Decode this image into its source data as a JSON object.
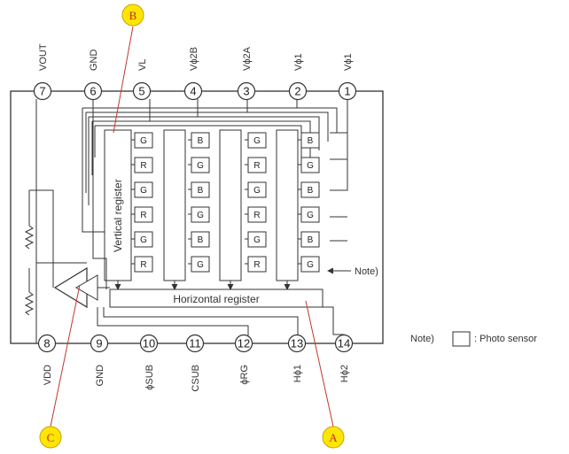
{
  "pins_top": [
    {
      "num": "7",
      "label": "VOUT"
    },
    {
      "num": "6",
      "label": "GND"
    },
    {
      "num": "5",
      "label": "VL"
    },
    {
      "num": "4",
      "label": "Vϕ2B"
    },
    {
      "num": "3",
      "label": "Vϕ2A"
    },
    {
      "num": "2",
      "label": "Vϕ1"
    },
    {
      "num": "1",
      "label": "Vϕ1"
    }
  ],
  "pins_bottom": [
    {
      "num": "8",
      "label": "VDD"
    },
    {
      "num": "9",
      "label": "GND"
    },
    {
      "num": "10",
      "label": "ϕSUB"
    },
    {
      "num": "11",
      "label": "CSUB"
    },
    {
      "num": "12",
      "label": "ϕRG"
    },
    {
      "num": "13",
      "label": "Hϕ1"
    },
    {
      "num": "14",
      "label": "Hϕ2"
    }
  ],
  "columns": [
    [
      "G",
      "R",
      "G",
      "R",
      "G",
      "R"
    ],
    [
      "B",
      "G",
      "B",
      "G",
      "B",
      "G"
    ],
    [
      "G",
      "R",
      "G",
      "R",
      "G",
      "R"
    ],
    [
      "B",
      "G",
      "B",
      "G",
      "B",
      "G"
    ]
  ],
  "vertical_register": "Vertical register",
  "horizontal_register": "Horizontal register",
  "note_arrow": "Note)",
  "legend": {
    "prefix": "Note)",
    "text": ": Photo sensor"
  },
  "callouts": {
    "A": "A",
    "B": "B",
    "C": "C"
  }
}
